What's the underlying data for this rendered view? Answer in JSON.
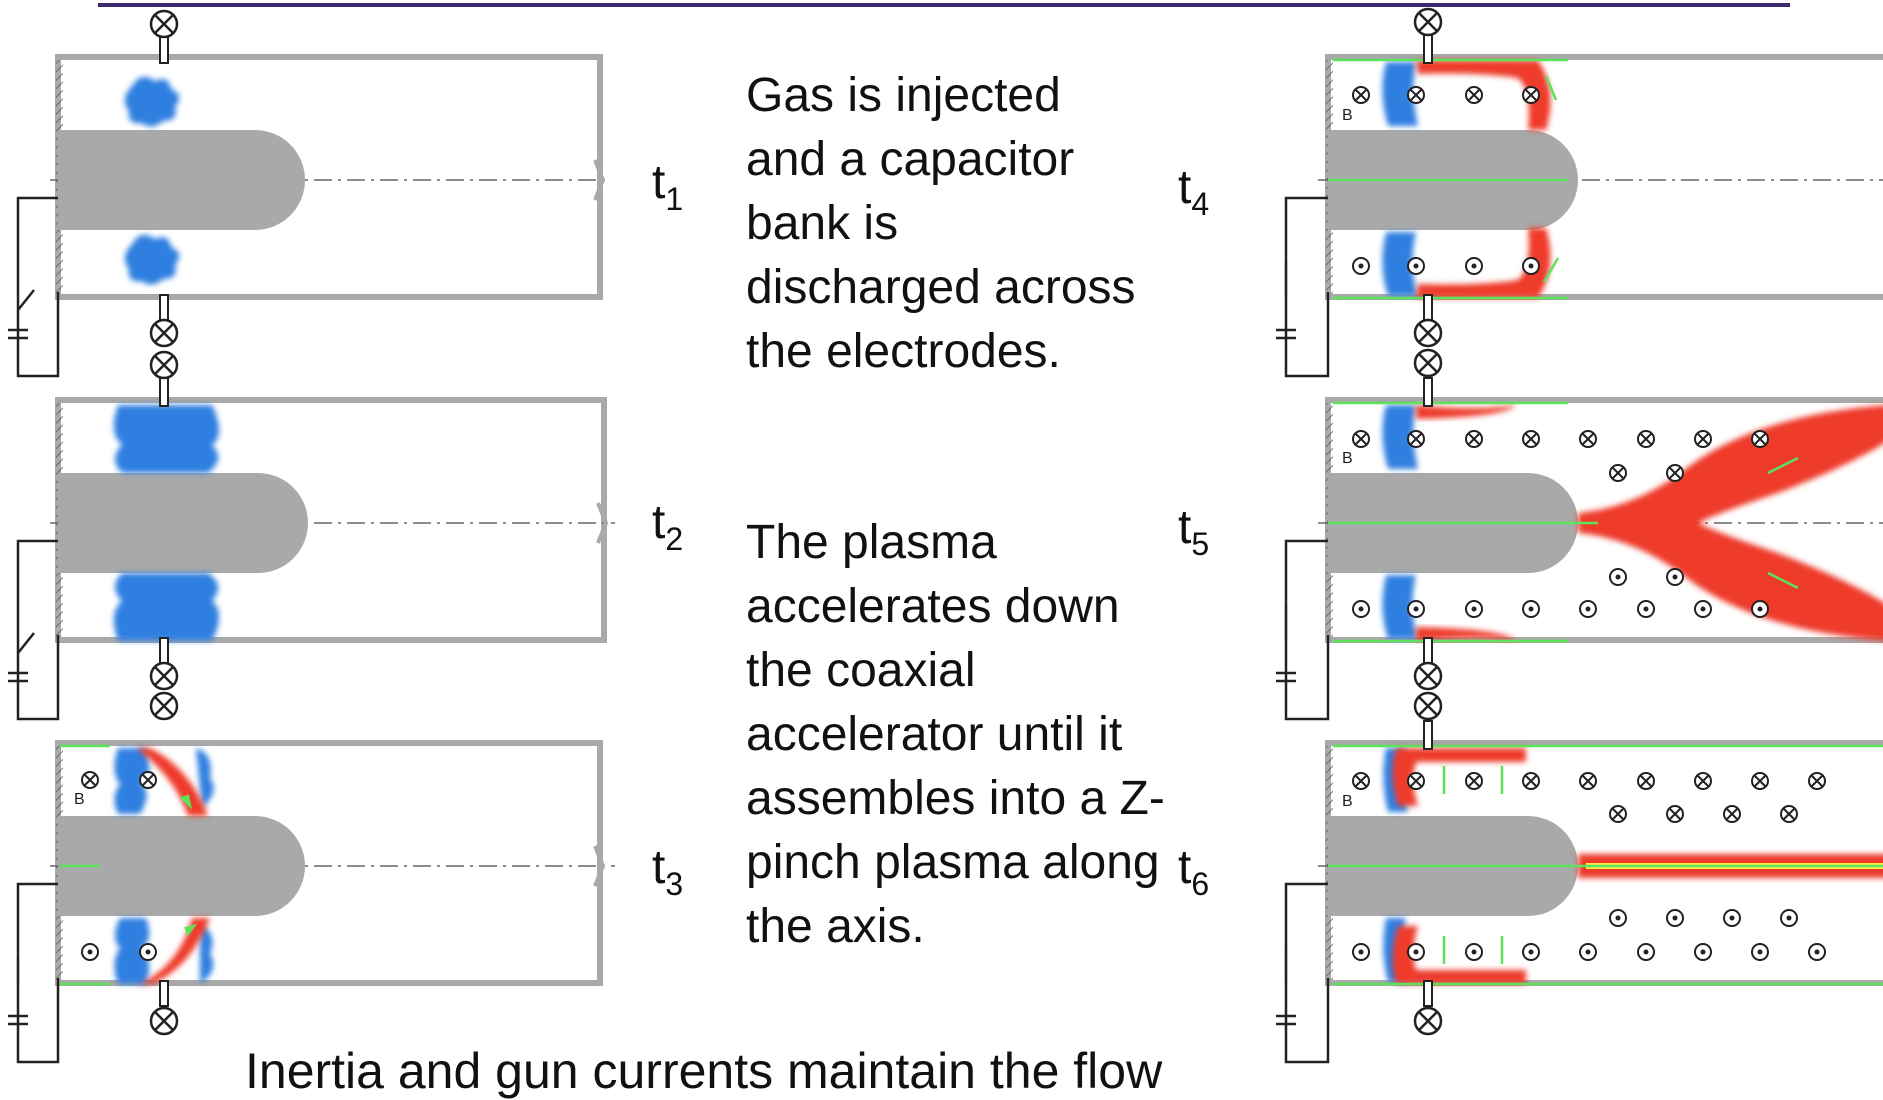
{
  "description_1": "Gas is injected and a capacitor bank is discharged across the electrodes.",
  "description_2": "The plasma accelerates down the coaxial accelerator until it assembles into a Z-pinch plasma along the axis.",
  "footer": "Inertia and gun currents maintain the flow",
  "time_labels": {
    "t1": {
      "base": "t",
      "sub": "1"
    },
    "t2": {
      "base": "t",
      "sub": "2"
    },
    "t3": {
      "base": "t",
      "sub": "3"
    },
    "t4": {
      "base": "t",
      "sub": "4"
    },
    "t5": {
      "base": "t",
      "sub": "5"
    },
    "t6": {
      "base": "t",
      "sub": "6"
    }
  },
  "field_label": "B",
  "colors": {
    "neutral_gas": "#2e7fe0",
    "plasma": "#ee3a2a",
    "electrode": "#a9a9a9",
    "current_arrows": "#5ee25a",
    "pinch_core": "#ffea4a",
    "rule": "#3d2a6e"
  }
}
